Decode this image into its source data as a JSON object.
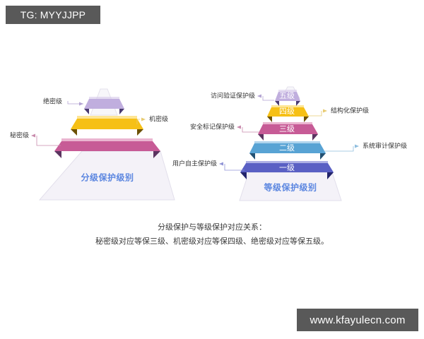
{
  "badges": {
    "tg": "TG: MYYJJPP",
    "site": "www.kfayulecn.com"
  },
  "left_pyramid": {
    "base_label": "分级保护级别",
    "bands": [
      {
        "label": "",
        "callout": "绝密级",
        "color": "#c0aede",
        "side": "left"
      },
      {
        "label": "",
        "callout": "机密级",
        "color": "#f6c016",
        "side": "right"
      },
      {
        "label": "",
        "callout": "秘密级",
        "color": "#c75b96",
        "side": "left"
      }
    ]
  },
  "right_pyramid": {
    "base_label": "等级保护级别",
    "bands": [
      {
        "label": "五级",
        "callout": "访问验证保护级",
        "color": "#c0aede",
        "side": "left"
      },
      {
        "label": "四级",
        "callout": "结构化保护级",
        "color": "#f6c016",
        "side": "right"
      },
      {
        "label": "三级",
        "callout": "安全标记保护级",
        "color": "#c75b96",
        "side": "left"
      },
      {
        "label": "二级",
        "callout": "系统审计保护级",
        "color": "#58a3d4",
        "side": "right"
      },
      {
        "label": "一级",
        "callout": "用户自主保护级",
        "color": "#5a60c4",
        "side": "left"
      }
    ]
  },
  "caption": {
    "line1": "分级保护与等级保护对应关系：",
    "line2": "秘密级对应等保三级、机密级对应等保四级、绝密级对应等保五级。"
  },
  "colors": {
    "purple": "#c0aede",
    "yellow": "#f6c016",
    "magenta": "#c75b96",
    "blue": "#58a3d4",
    "indigo": "#5a60c4",
    "base_fill": "#f4f2f8",
    "base_text": "#5b86e0",
    "badge_bg": "#595959"
  }
}
